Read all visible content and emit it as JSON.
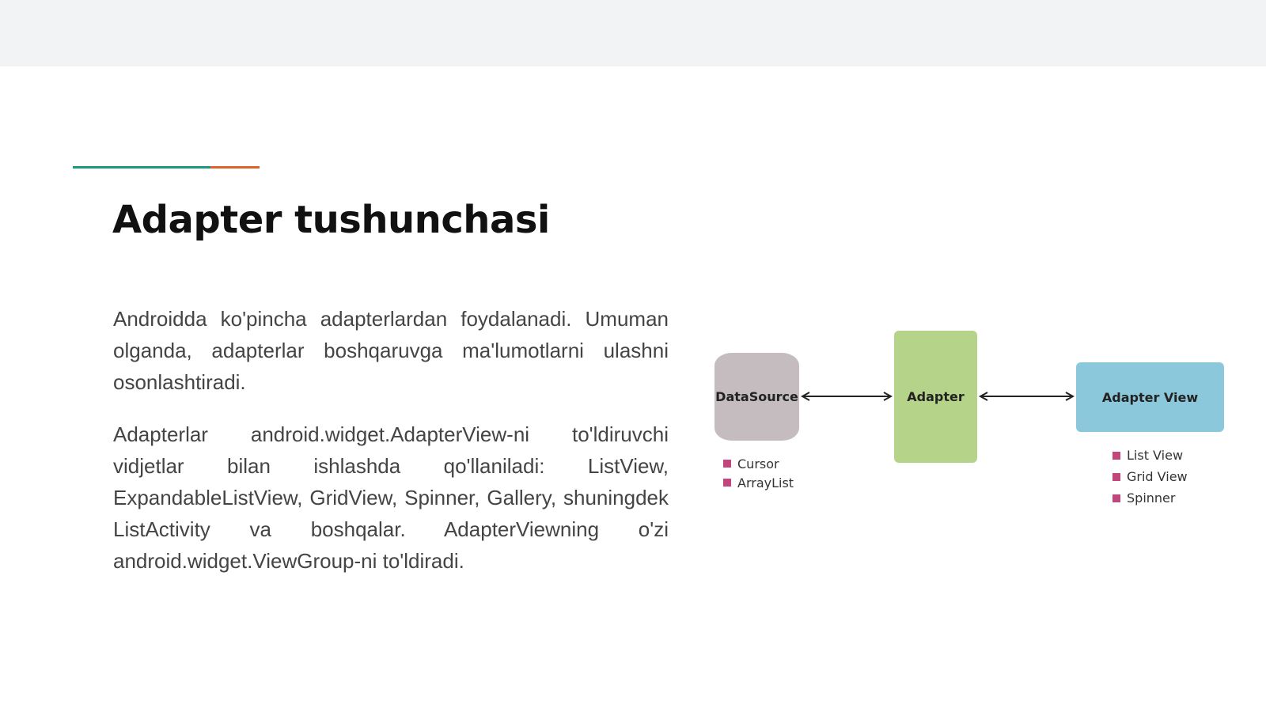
{
  "slide": {
    "title": "Adapter tushunchasi",
    "paragraphs": [
      "Androidda ko'pincha adapterlardan foydalanadi. Umuman olganda, adapterlar boshqaruvga ma'lumotlarni ulashni osonlashtiradi.",
      "Adapterlar android.widget.AdapterView-ni to'ldiruvchi vidjetlar bilan ishlashda qo'llaniladi: ListView, ExpandableListView, GridView, Spinner, Gallery, shuningdek ListActivity va boshqalar. AdapterViewning o'zi android.widget.ViewGroup-ni to'ldiradi."
    ],
    "accent_colors": [
      "#1a9b80",
      "#e0622a"
    ]
  },
  "diagram": {
    "nodes": {
      "datasource": {
        "label": "DataSource",
        "color": "#c4bcbe"
      },
      "adapter": {
        "label": "Adapter",
        "color": "#b6d38a"
      },
      "adapter_view": {
        "label": "Adapter View",
        "color": "#8cc8db"
      }
    },
    "datasource_items": [
      "Cursor",
      "ArrayList"
    ],
    "adapter_view_items": [
      "List View",
      "Grid View",
      "Spinner"
    ],
    "bullet_color": "#c2467c",
    "edges": [
      {
        "from": "DataSource",
        "to": "Adapter",
        "direction": "both"
      },
      {
        "from": "Adapter",
        "to": "Adapter View",
        "direction": "both"
      }
    ]
  }
}
